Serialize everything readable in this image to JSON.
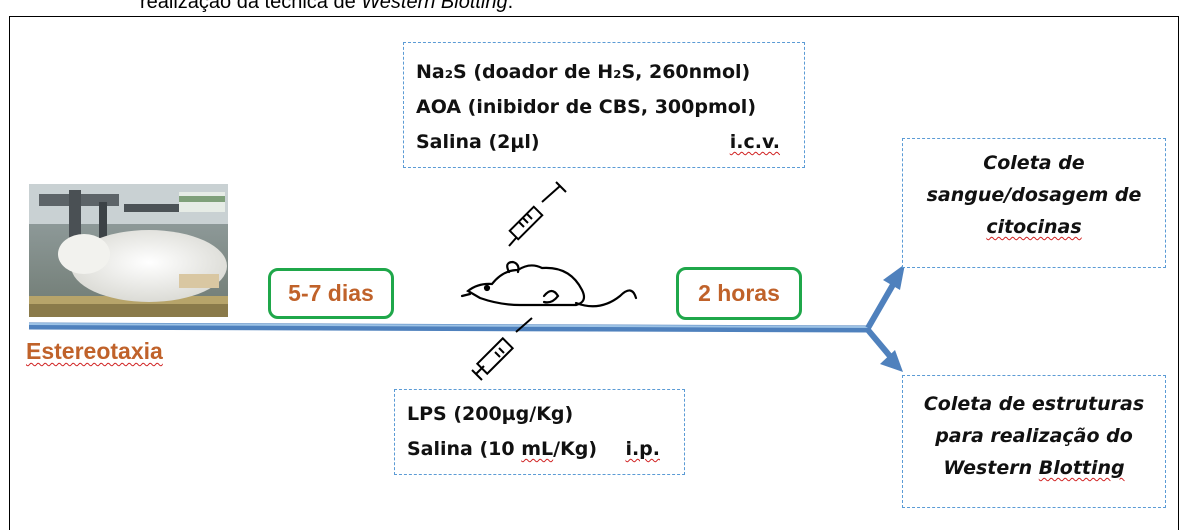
{
  "caption": {
    "prefix": "realização da técnica de ",
    "italic": "Western Blotting",
    "suffix": "."
  },
  "icv_box": {
    "line1": "Na₂S (doador de H₂S, 260nmol)",
    "line2": "AOA (inibidor de CBS, 300pmol)",
    "line3": "Salina (2µl)",
    "route": "i.c.v."
  },
  "ip_box": {
    "line1": "LPS (200µg/Kg)",
    "line2_prefix": "Salina (10 ",
    "line2_unit": "mL",
    "line2_suffix": "/Kg)",
    "route": "i.p."
  },
  "step1": "5-7 dias",
  "step2": "2 horas",
  "start_label": "Estereotaxia",
  "outcome1": {
    "line1": "Coleta de",
    "line2": "sangue/dosagem de",
    "line3": "citocinas"
  },
  "outcome2": {
    "line1": "Coleta de estruturas",
    "line2": "para realização do",
    "line3_prefix": "Western ",
    "line3_word": "Blotting"
  },
  "colors": {
    "timeline": "#4f81bd",
    "step_border": "#1fa74a",
    "step_text": "#c0622a",
    "box_border": "#5b9bd5"
  }
}
